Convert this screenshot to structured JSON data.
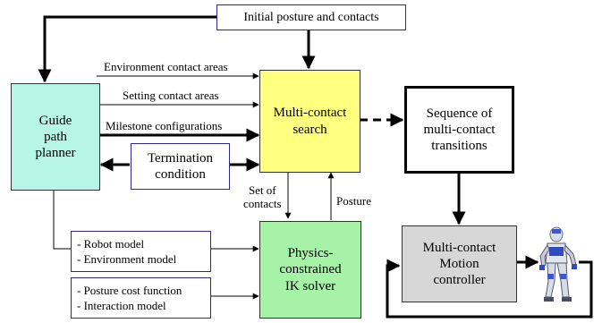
{
  "colors": {
    "guide_fill": "#b7f5e6",
    "search_fill": "#ffff80",
    "ik_fill": "#a6f2a6",
    "controller_fill": "#d7d7d7",
    "blue_border": "#2b2b8c"
  },
  "nodes": {
    "initial": "Initial posture and contacts",
    "guide": "Guide\npath\nplanner",
    "search": "Multi-contact\nsearch",
    "termination": "Termination\ncondition",
    "sequence": "Sequence of\nmulti-contact\ntransitions",
    "ik": "Physics-\nconstrained\nIK solver",
    "controller": "Multi-contact\nMotion\ncontroller"
  },
  "edge_labels": {
    "env_contact": "Environment contact areas",
    "setting_contact": "Setting contact areas",
    "milestone": "Milestone configurations",
    "set_of_contacts": "Set of\ncontacts",
    "posture": "Posture"
  },
  "model_list_1": [
    "- Robot model",
    "- Environment model"
  ],
  "model_list_2": [
    "- Posture cost function",
    "- Interaction model"
  ],
  "icons": {
    "robot": "humanoid-robot-icon"
  }
}
